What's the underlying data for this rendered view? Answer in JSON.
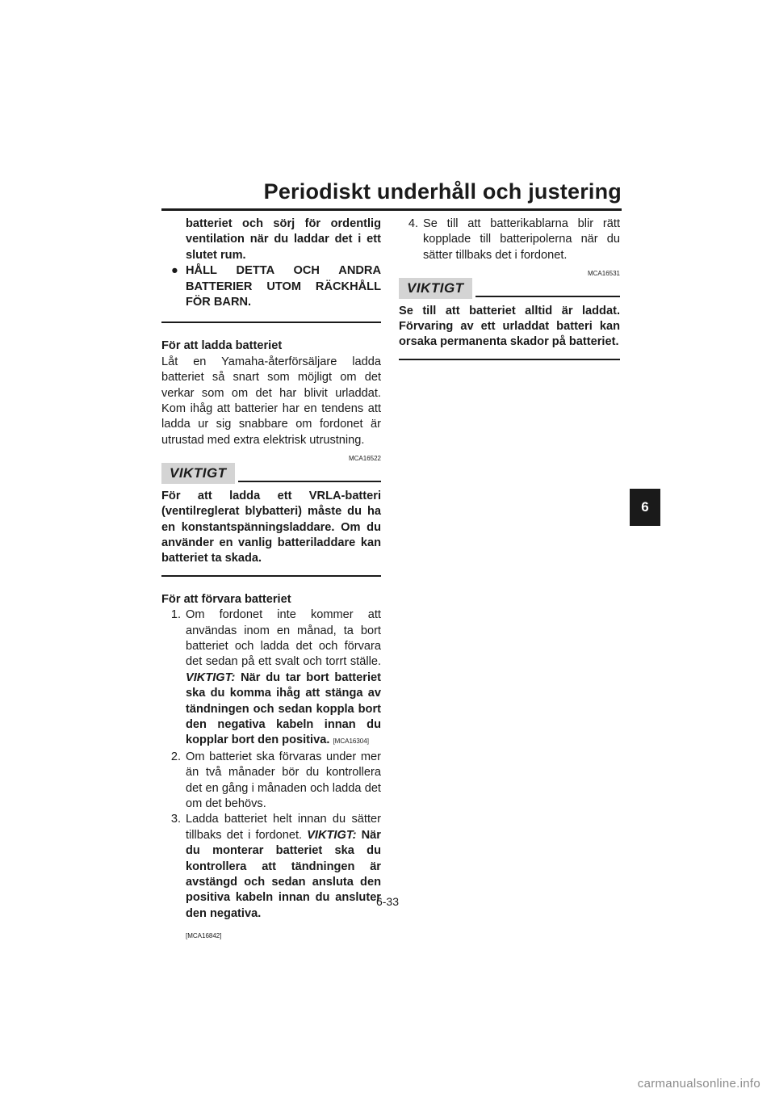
{
  "header": {
    "title": "Periodiskt underhåll och justering",
    "chapter": "6"
  },
  "left": {
    "cont_line": "batteriet och sörj för ordentlig ventilation när du laddar det i ett slutet rum.",
    "bullet": "HÅLL DETTA OCH ANDRA BATTERIER UTOM RÄCKHÅLL FÖR BARN.",
    "charge_heading": "För att ladda batteriet",
    "charge_text": "Låt en Yamaha-återförsäljare ladda batteriet så snart som möjligt om det verkar som om det har blivit urladdat. Kom ihåg att batterier har en tendens att ladda ur sig snabbare om fordonet är utrustad med extra elektrisk utrustning.",
    "code1": "MCA16522",
    "notice_label": "VIKTIGT",
    "notice1_text": "För att ladda ett VRLA-batteri (ventilreglerat blybatteri) måste du ha en konstantspänningsladdare. Om du använder en vanlig batteriladdare kan batteriet ta skada.",
    "store_heading": "För att förvara batteriet",
    "items": [
      {
        "num": "1.",
        "text": "Om fordonet inte kommer att användas inom en månad, ta bort batteriet och ladda det och förvara det sedan på ett svalt och torrt ställe.",
        "viktigt": "VIKTIGT:",
        "warn": "När du tar bort batteriet ska du komma ihåg att stänga av tändningen och sedan koppla bort den negativa kabeln innan du kopplar bort den positiva.",
        "code": "[MCA16304]"
      },
      {
        "num": "2.",
        "text": "Om batteriet ska förvaras under mer än två månader bör du kontrollera det en gång i månaden och ladda det om det behövs."
      },
      {
        "num": "3.",
        "text": "Ladda batteriet helt innan du sätter tillbaks det i fordonet.",
        "viktigt": "VIKTIGT:",
        "warn": "När du monterar batteriet ska du kontrollera att tändningen är avstängd och sedan ansluta den positiva kabeln innan du ansluter den negativa.",
        "code": "[MCA16842]"
      }
    ]
  },
  "right": {
    "item4_num": "4.",
    "item4_text": "Se till att batterikablarna blir rätt kopplade till batteripolerna när du sätter tillbaks det i fordonet.",
    "code2": "MCA16531",
    "notice_label": "VIKTIGT",
    "notice2_text": "Se till att batteriet alltid är laddat. Förvaring av ett urladdat batteri kan orsaka permanenta skador på batteriet."
  },
  "footer": {
    "page_number": "6-33",
    "watermark": "carmanualsonline.info"
  }
}
